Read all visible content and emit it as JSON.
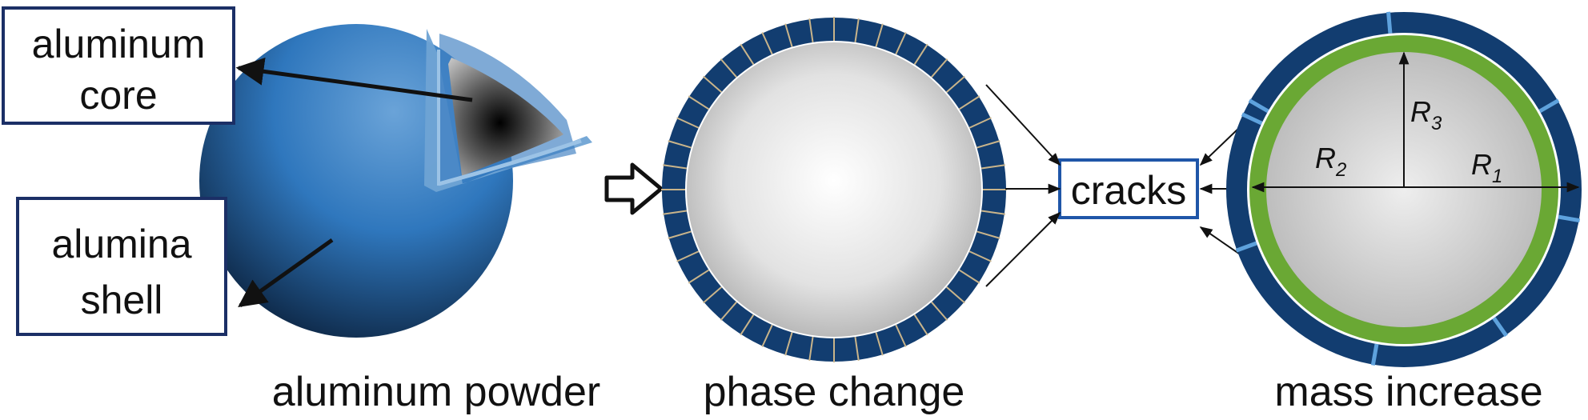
{
  "labels": {
    "core": [
      "aluminum",
      "core"
    ],
    "shell": [
      "alumina",
      "shell"
    ],
    "cracks": "cracks",
    "r1": {
      "letter": "R",
      "sub": "1"
    },
    "r2": {
      "letter": "R",
      "sub": "2"
    },
    "r3": {
      "letter": "R",
      "sub": "3"
    }
  },
  "captions": {
    "powder": "aluminum powder",
    "phase": "phase change",
    "mass": "mass increase"
  },
  "colors": {
    "shell_blue": "#2f77bd",
    "shell_dark": "#0d2d55",
    "segment": "#123d70",
    "crack_light": "#5ea2dd",
    "oxide_green": "#6aa834",
    "core_gray": "#d9d9d9",
    "box_border": "#1b2f66",
    "cracks_border": "#1f56a8"
  }
}
